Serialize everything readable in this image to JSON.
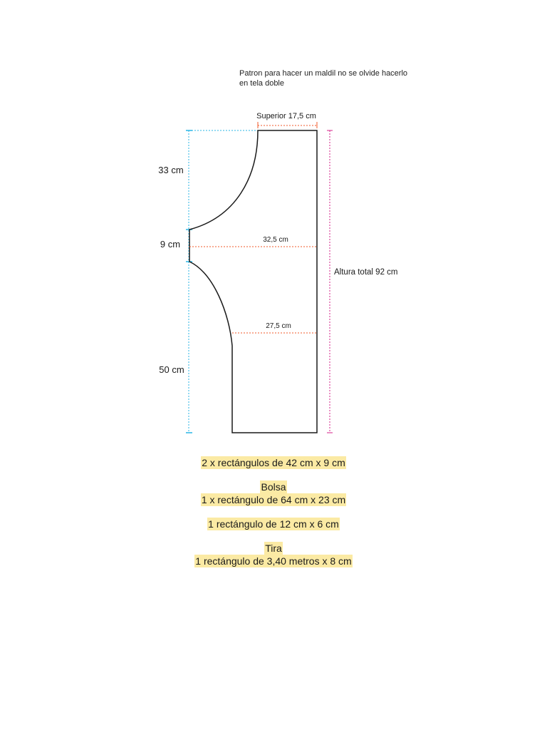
{
  "heading": {
    "line1": "Patron para hacer un maldil no se olvide hacerlo",
    "line2": "en tela doble"
  },
  "dimensions": {
    "top_label": "Superior 17,5 cm",
    "height_33": "33 cm",
    "height_9": "9 cm",
    "height_50": "50 cm",
    "width_mid": "32,5 cm",
    "width_low": "27,5 cm",
    "total_height": "Altura total 92 cm"
  },
  "colors": {
    "outline": "#1a1a1a",
    "cyan_guide": "#29b6e6",
    "orange_guide": "#f05a28",
    "magenta_guide": "#d6208a",
    "highlight": "#fbeaa4"
  },
  "notes": [
    {
      "lines": [
        "2 x rectángulos de 42 cm x  9 cm"
      ]
    },
    {
      "lines": [
        "Bolsa",
        "1 x rectángulo de 64 cm x 23 cm"
      ]
    },
    {
      "lines": [
        "1 rectángulo de 12 cm x 6 cm"
      ]
    },
    {
      "lines": [
        "Tira",
        "1 rectángulo de 3,40 metros x 8 cm"
      ]
    }
  ]
}
